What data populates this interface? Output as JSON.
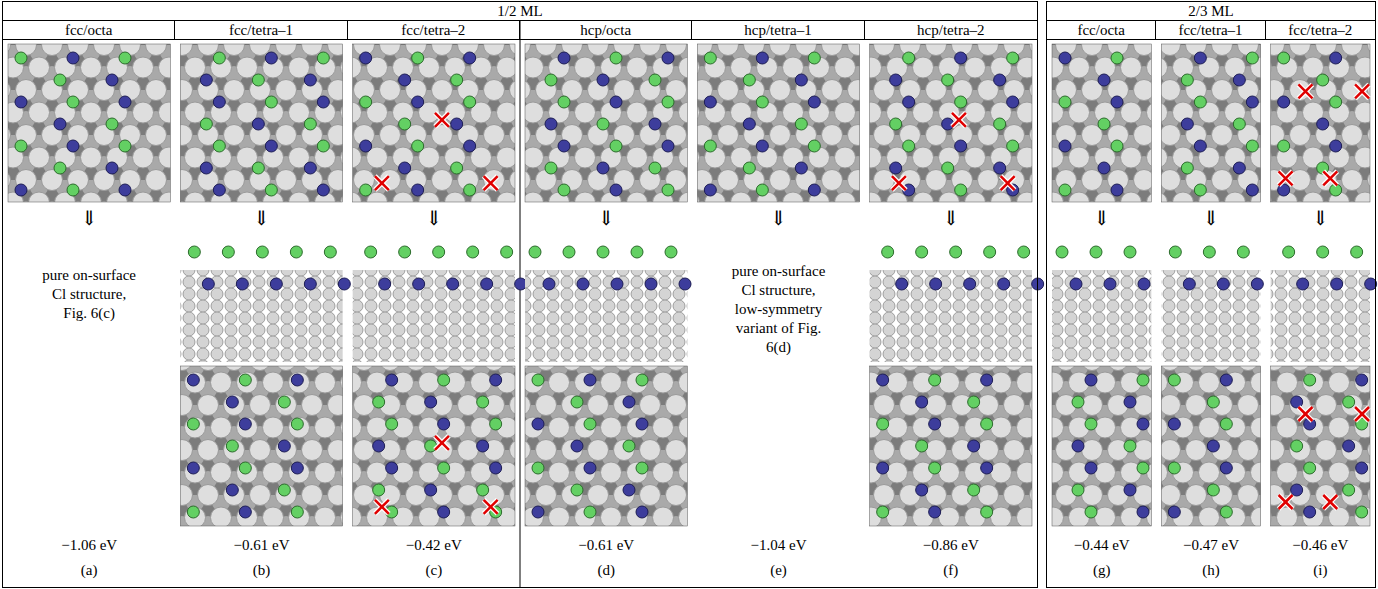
{
  "diagram": {
    "nodes": [
      {
        "text": [
          "1/2 ML"
        ]
      },
      {
        "text": [
          "fcc/octa"
        ],
        "in": 0
      },
      {
        "text": [
          "fcc/tetra–1"
        ],
        "in": 0
      },
      {
        "text": [
          "fcc/tetra–2"
        ],
        "in": 0
      },
      {
        "text": [
          "hcp/octa"
        ],
        "in": 0
      },
      {
        "text": [
          "hcp/tetra–1"
        ],
        "in": 0
      },
      {
        "text": [
          "hcp/tetra–2"
        ],
        "in": 0
      },
      {
        "text": [
          "2/3 ML"
        ]
      },
      {
        "text": [
          "fcc/octa"
        ],
        "in": 7
      },
      {
        "text": [
          "fcc/tetra–1"
        ],
        "in": 7
      },
      {
        "text": [
          "fcc/tetra–2"
        ],
        "in": 7
      }
    ],
    "edges": [],
    "labels": [
      "⇓",
      "⇓",
      "⇓",
      "⇓",
      "⇓",
      "⇓",
      "⇓",
      "⇓",
      "⇓",
      "pure on-surface Cl structure, Fig. 6(c)",
      "pure on-surface Cl structure, low-symmetry variant of Fig. 6(d)",
      "−1.06 eV",
      "−0.61 eV",
      "−0.42 eV",
      "−0.61 eV",
      "−1.04 eV",
      "−0.86 eV",
      "−0.44 eV",
      "−0.47 eV",
      "−0.46 eV",
      "(a)",
      "(b)",
      "(c)",
      "(d)",
      "(e)",
      "(f)",
      "(g)",
      "(h)",
      "(i)"
    ]
  }
}
